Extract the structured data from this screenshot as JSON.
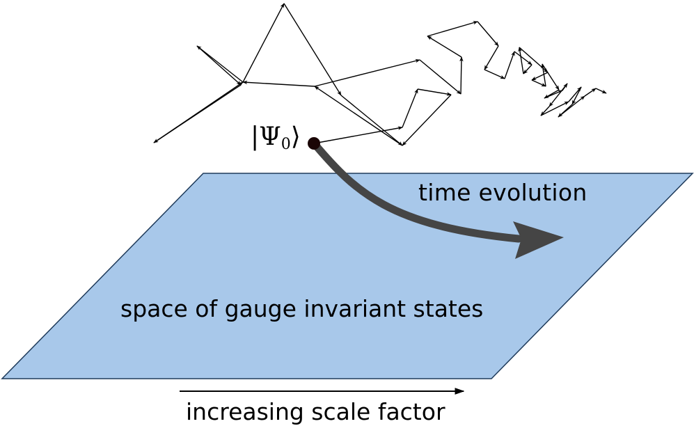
{
  "labels": {
    "time_evolution": "time evolution",
    "plane": "space of gauge invariant states",
    "scale_axis": "increasing scale factor",
    "state_symbol": "Ψ",
    "state_subscript": "0",
    "ket_open": "|",
    "ket_close": "⟩"
  },
  "colors": {
    "plane_fill": "#a8c8ea",
    "plane_stroke": "#1e3a5a",
    "trajectory_arrow": "#454545",
    "walk_line": "#000000",
    "state_point": "#1a0505"
  }
}
